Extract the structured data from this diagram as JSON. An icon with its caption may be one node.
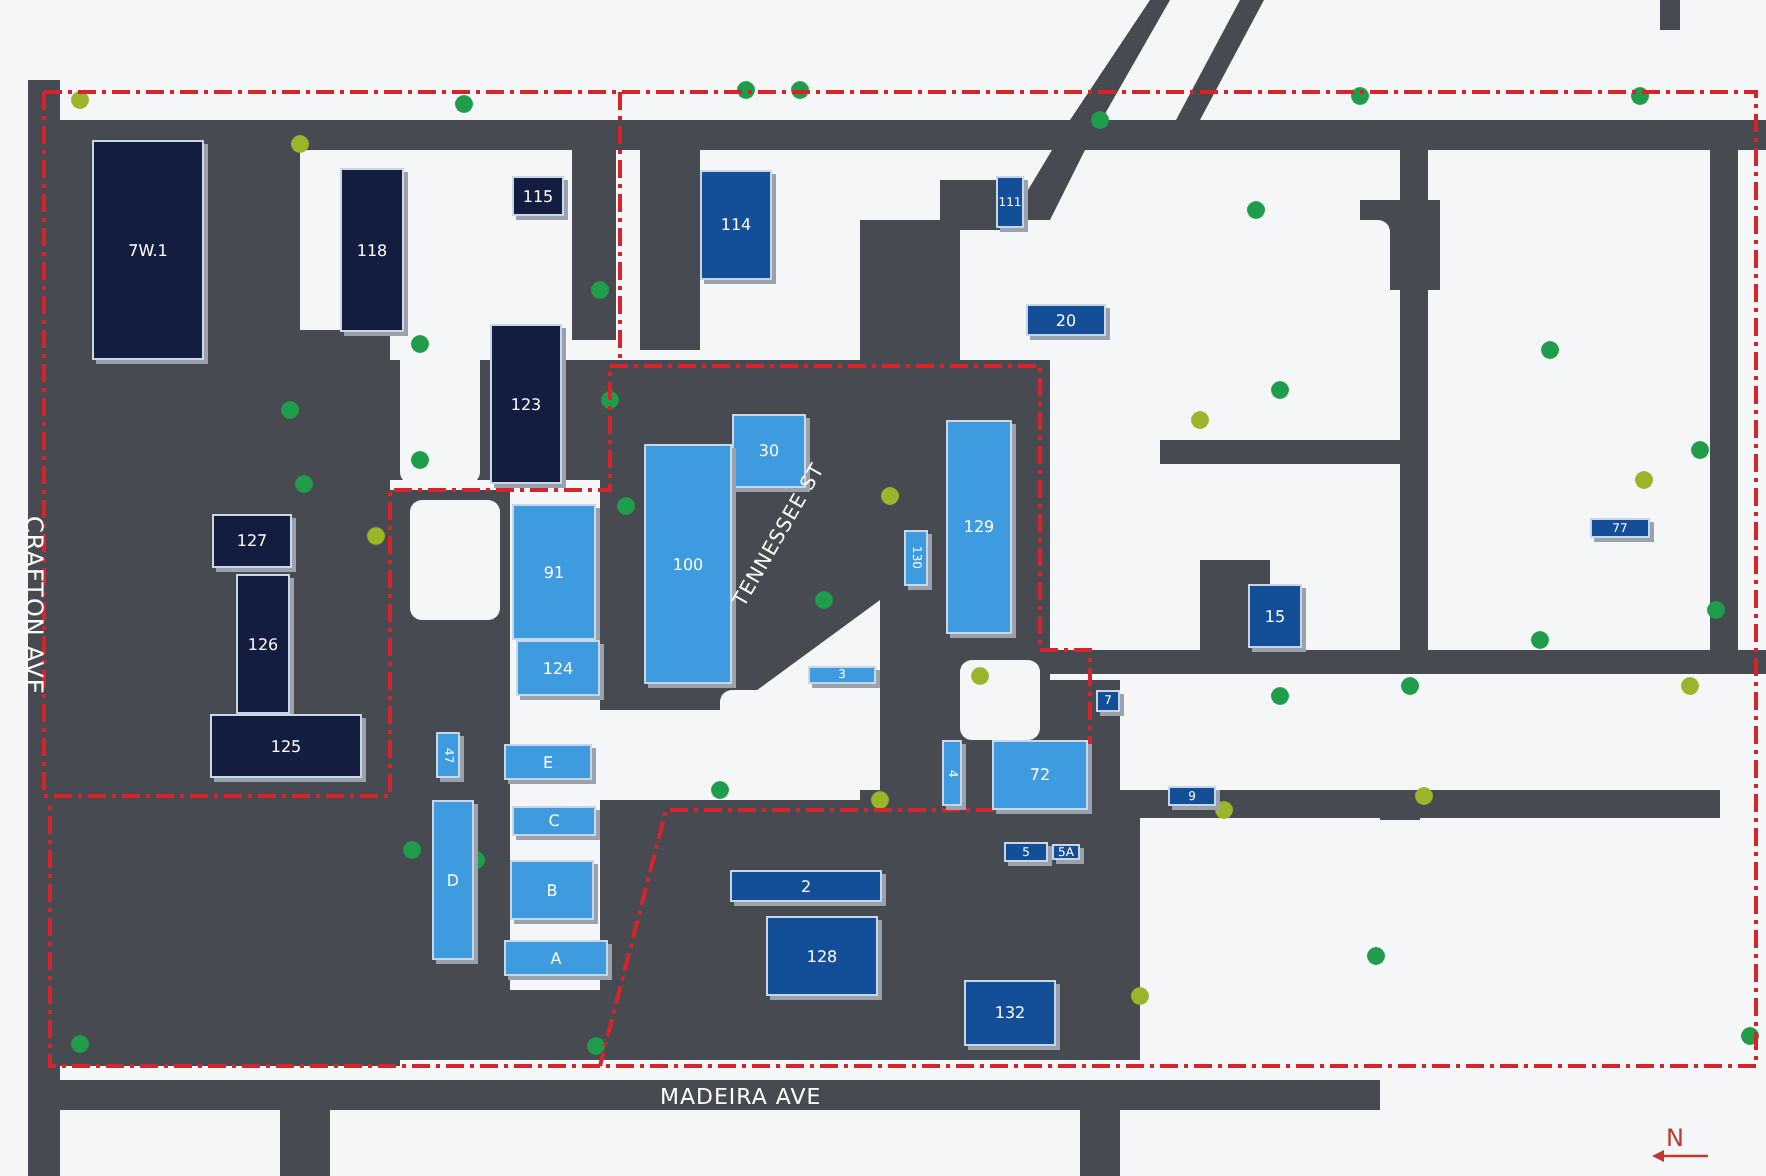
{
  "diagram": {
    "nodes": [
      {
        "text": [
          "7W.1"
        ]
      },
      {
        "text": [
          "118"
        ]
      },
      {
        "text": [
          "114"
        ]
      },
      {
        "text": [
          "115"
        ]
      },
      {
        "text": [
          "111"
        ]
      },
      {
        "text": [
          "20"
        ]
      },
      {
        "text": [
          "123"
        ]
      },
      {
        "text": [
          "30"
        ]
      },
      {
        "text": [
          "129"
        ]
      },
      {
        "text": [
          "100"
        ]
      },
      {
        "text": [
          "91"
        ]
      },
      {
        "text": [
          "127"
        ]
      },
      {
        "text": [
          "130"
        ]
      },
      {
        "text": [
          "77"
        ]
      },
      {
        "text": [
          "126"
        ]
      },
      {
        "text": [
          "15"
        ]
      },
      {
        "text": [
          "124"
        ]
      },
      {
        "text": [
          "3"
        ]
      },
      {
        "text": [
          "7"
        ]
      },
      {
        "text": [
          "125"
        ]
      },
      {
        "text": [
          "47"
        ]
      },
      {
        "text": [
          "4"
        ]
      },
      {
        "text": [
          "72"
        ]
      },
      {
        "text": [
          "E"
        ]
      },
      {
        "text": [
          "9"
        ]
      },
      {
        "text": [
          "D"
        ]
      },
      {
        "text": [
          "C"
        ]
      },
      {
        "text": [
          "5"
        ]
      },
      {
        "text": [
          "5A"
        ]
      },
      {
        "text": [
          "B"
        ]
      },
      {
        "text": [
          "2"
        ]
      },
      {
        "text": [
          "128"
        ]
      },
      {
        "text": [
          "A"
        ]
      },
      {
        "text": [
          "132"
        ]
      }
    ],
    "labels": [
      "CRAFTON AVE",
      "TENNESSEE ST",
      "MADEIRA AVE",
      "N"
    ]
  }
}
